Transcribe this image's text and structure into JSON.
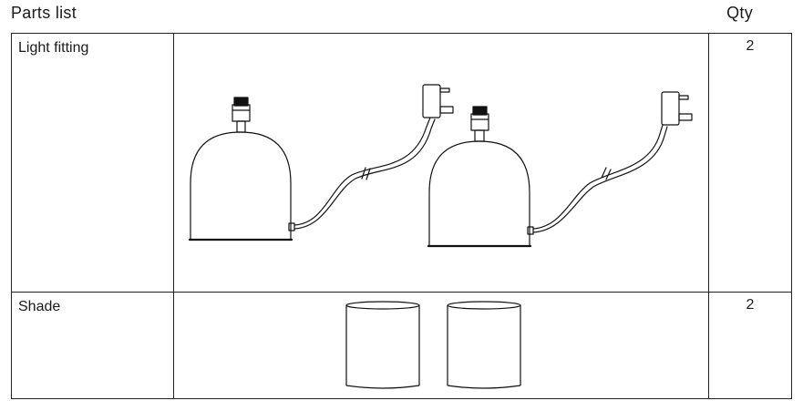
{
  "header": {
    "title": "Parts list",
    "qty_label": "Qty"
  },
  "parts": [
    {
      "name": "Light fitting",
      "qty": "2",
      "illustration": "lamp-base-with-cord-and-plug-icon",
      "illustration_count": 2
    },
    {
      "name": "Shade",
      "qty": "2",
      "illustration": "cylindrical-shade-icon",
      "illustration_count": 2
    }
  ]
}
